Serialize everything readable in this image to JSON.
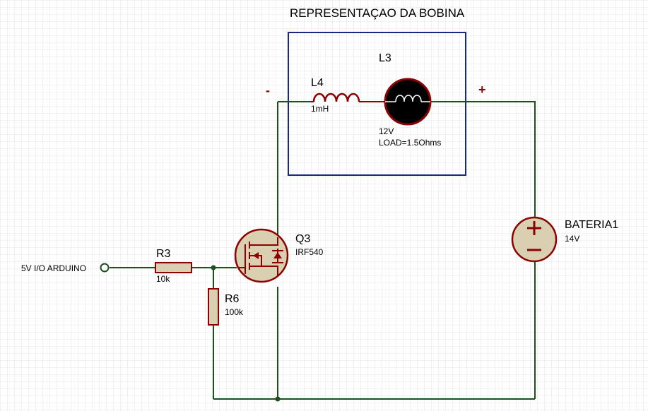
{
  "title": "REPRESENTAÇAO DA BOBINA",
  "components": {
    "l4": {
      "ref": "L4",
      "value": "1mH"
    },
    "l3": {
      "ref": "L3",
      "value": "12V",
      "load": "LOAD=1.5Ohms"
    },
    "r3": {
      "ref": "R3",
      "value": "10k"
    },
    "r6": {
      "ref": "R6",
      "value": "100k"
    },
    "q3": {
      "ref": "Q3",
      "value": "IRF540"
    },
    "battery": {
      "ref": "BATERIA1",
      "value": "14V"
    }
  },
  "input_label": "5V I/O ARDUINO",
  "polarity": {
    "minus": "-",
    "plus": "+"
  },
  "colors": {
    "wire": "#1f4e1f",
    "component": "#8b0000",
    "frame": "#1a2a7a",
    "body_fill": "#d8d0b0",
    "grid": "#e6e6e6"
  }
}
